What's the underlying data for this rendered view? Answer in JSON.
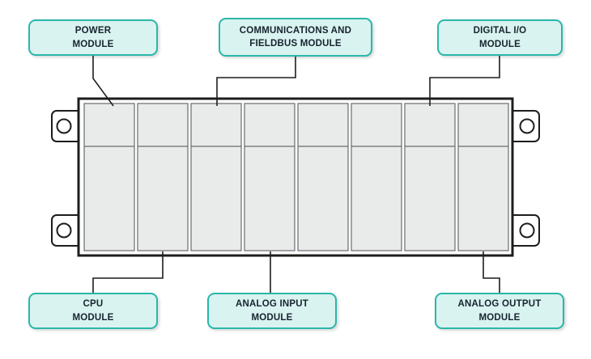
{
  "diagram": {
    "type": "plc-rack-diagram",
    "slot_count": 8,
    "labels": {
      "power": {
        "line1": "POWER",
        "line2": "MODULE",
        "slot": 1
      },
      "cpu": {
        "line1": "CPU",
        "line2": "MODULE",
        "slot": 2
      },
      "comms": {
        "line1": "COMMUNICATIONS AND",
        "line2": "FIELDBUS MODULE",
        "slot": 3
      },
      "analog_input": {
        "line1": "ANALOG INPUT",
        "line2": "MODULE",
        "slot": 4
      },
      "digital_io": {
        "line1": "DIGITAL I/O",
        "line2": "MODULE",
        "slot": 7
      },
      "analog_output": {
        "line1": "ANALOG OUTPUT",
        "line2": "MODULE",
        "slot": 8
      }
    },
    "colors": {
      "accent": "#2ab7a9",
      "label_background": "#d9f3f0",
      "text": "#16242f",
      "slot_fill": "#e9eaea",
      "line": "#1d1d1b"
    }
  }
}
